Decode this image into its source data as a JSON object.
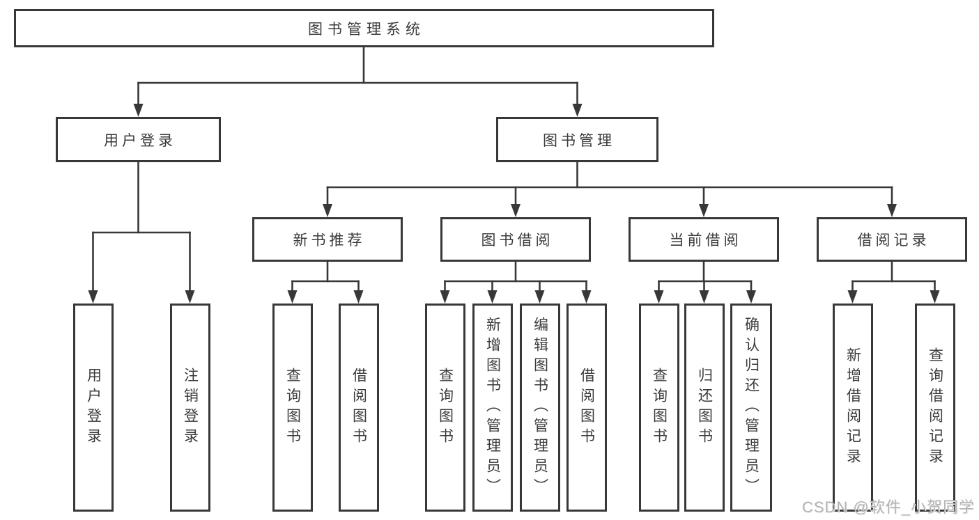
{
  "diagram": {
    "root": {
      "label": "图书管理系统"
    },
    "branches": [
      {
        "label": "用户登录",
        "children": [
          {
            "label": "用户登录"
          },
          {
            "label": "注销登录"
          }
        ]
      },
      {
        "label": "图书管理",
        "children": [
          {
            "label": "新书推荐",
            "children": [
              {
                "label": "查询图书"
              },
              {
                "label": "借阅图书"
              }
            ]
          },
          {
            "label": "图书借阅",
            "children": [
              {
                "label": "查询图书"
              },
              {
                "label": "新增图书（管理员）"
              },
              {
                "label": "编辑图书（管理员）"
              },
              {
                "label": "借阅图书"
              }
            ]
          },
          {
            "label": "当前借阅",
            "children": [
              {
                "label": "查询图书"
              },
              {
                "label": "归还图书"
              },
              {
                "label": "确认归还（管理员）"
              }
            ]
          },
          {
            "label": "借阅记录",
            "children": [
              {
                "label": "新增借阅记录"
              },
              {
                "label": "查询借阅记录"
              }
            ]
          }
        ]
      }
    ],
    "watermark": "CSDN @软件_小贺同学",
    "colors": {
      "line": "#383838",
      "text": "#3b3b3b",
      "background": "#ffffff",
      "watermark": "#b3b3b3"
    }
  }
}
